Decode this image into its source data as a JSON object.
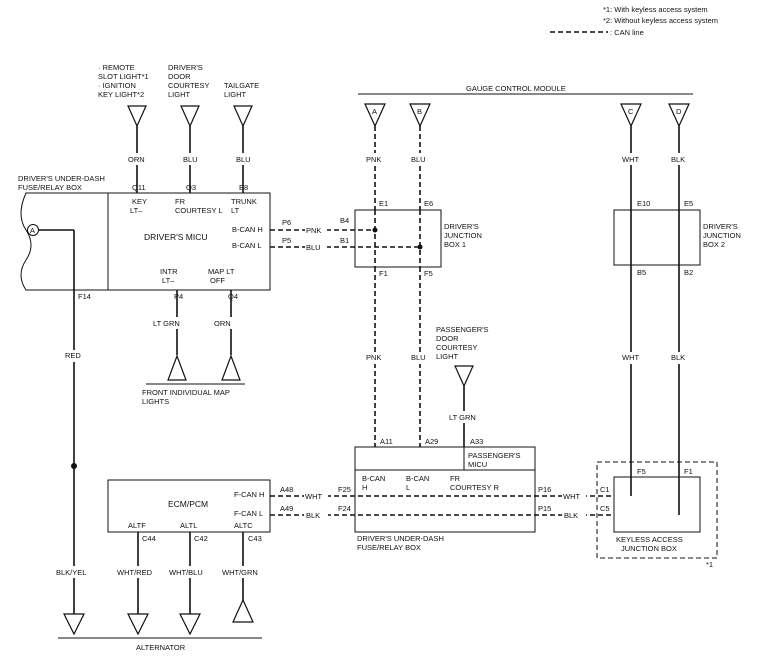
{
  "legend": {
    "note1": "*1: With keyless access system",
    "note2": "*2: Without keyless access system",
    "can_line": ": CAN line"
  },
  "connectors": {
    "remote_line1": "· REMOTE",
    "remote_line2": "SLOT LIGHT*1",
    "remote_line3": "· IGNITION",
    "remote_line4": "KEY LIGHT*2",
    "door_line1": "DRIVER'S",
    "door_line2": "DOOR",
    "door_line3": "COURTESY",
    "door_line4": "LIGHT",
    "tail_line1": "TAILGATE",
    "tail_line2": "LIGHT",
    "gcm": "GAUGE CONTROL MODULE",
    "pass_line1": "PASSENGER'S",
    "pass_line2": "DOOR",
    "pass_line3": "COURTESY",
    "pass_line4": "LIGHT",
    "front_map_line1": "FRONT INDIVIDUAL MAP",
    "front_map_line2": "LIGHTS",
    "alternator": "ALTERNATOR"
  },
  "letters": {
    "a": "A",
    "b": "B",
    "c": "C",
    "d": "D",
    "circle_a": "A"
  },
  "wires": {
    "orn": "ORN",
    "blu": "BLU",
    "pnk": "PNK",
    "wht": "WHT",
    "blk": "BLK",
    "ltgrn": "LT GRN",
    "red": "RED",
    "blkyel": "BLK/YEL",
    "whtred": "WHT/RED",
    "whtblu": "WHT/BLU",
    "whtgrn": "WHT/GRN"
  },
  "fuse_box": {
    "title_line1": "DRIVER'S UNDER-DASH",
    "title_line2": "FUSE/RELAY BOX",
    "micu": "DRIVER'S MICU",
    "key_line1": "KEY",
    "key_line2": "LT–",
    "fr_line1": "FR",
    "fr_line2": "COURTESY L",
    "trunk_line1": "TRUNK",
    "trunk_line2": "LT",
    "bcanh": "B-CAN H",
    "bcanl": "B-CAN L",
    "intr_line1": "INTR",
    "intr_line2": "LT–",
    "maplt_line1": "MAP LT",
    "maplt_line2": "OFF",
    "pins": {
      "q11": "Q11",
      "q3": "Q3",
      "e8": "E8",
      "p6": "P6",
      "p5": "P5",
      "f14": "F14",
      "p4": "P4",
      "q4": "Q4"
    }
  },
  "jb1": {
    "title_line1": "DRIVER'S",
    "title_line2": "JUNCTION",
    "title_line3": "BOX 1",
    "pins": {
      "e1": "E1",
      "e6": "E6",
      "b4": "B4",
      "b1": "B1",
      "f1": "F1",
      "f5": "F5"
    }
  },
  "jb2": {
    "title_line1": "DRIVER'S",
    "title_line2": "JUNCTION",
    "title_line3": "BOX 2",
    "pins": {
      "e10": "E10",
      "e5": "E5",
      "b5": "B5",
      "b2": "B2"
    }
  },
  "ecm": {
    "title": "ECM/PCM",
    "fcanh": "F-CAN H",
    "fcanl": "F-CAN L",
    "altf": "ALTF",
    "altl": "ALTL",
    "altc": "ALTC",
    "pins": {
      "a48": "A48",
      "a49": "A49",
      "c44": "C44",
      "c42": "C42",
      "c43": "C43"
    }
  },
  "pass_micu": {
    "title_line1": "PASSENGER'S",
    "title_line2": "MICU",
    "bcan1": "B-CAN",
    "bcan1b": "H",
    "bcan2": "B-CAN",
    "bcan2b": "L",
    "frc1": "FR",
    "frc2": "COURTESY R",
    "box_line1": "DRIVER'S UNDER-DASH",
    "box_line2": "FUSE/RELAY BOX",
    "pins": {
      "a11": "A11",
      "a29": "A29",
      "a33": "A33",
      "f25": "F25",
      "f24": "F24",
      "p16": "P16",
      "p15": "P15"
    }
  },
  "keyless": {
    "title_line1": "KEYLESS ACCESS",
    "title_line2": "JUNCTION BOX",
    "note": "*1",
    "pins": {
      "f5": "F5",
      "f1": "F1",
      "c1": "C1",
      "c5": "C5"
    }
  }
}
